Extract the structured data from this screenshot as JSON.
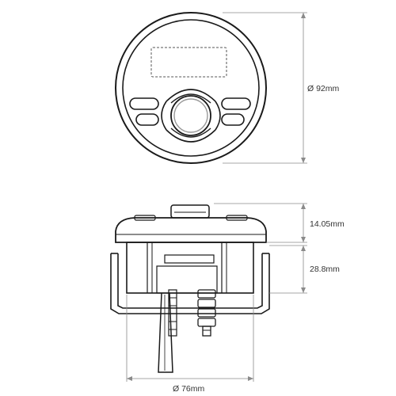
{
  "dimensions": {
    "front_diameter": "Ø 92mm",
    "bezel_height": "14.05mm",
    "body_depth": "28.8mm",
    "body_diameter": "Ø 76mm"
  },
  "colors": {
    "ink": "#1a1a1a",
    "dimension_line": "#8a8a8a",
    "body_fill": "#f4f4f4",
    "button_fill": "#ffffff"
  }
}
